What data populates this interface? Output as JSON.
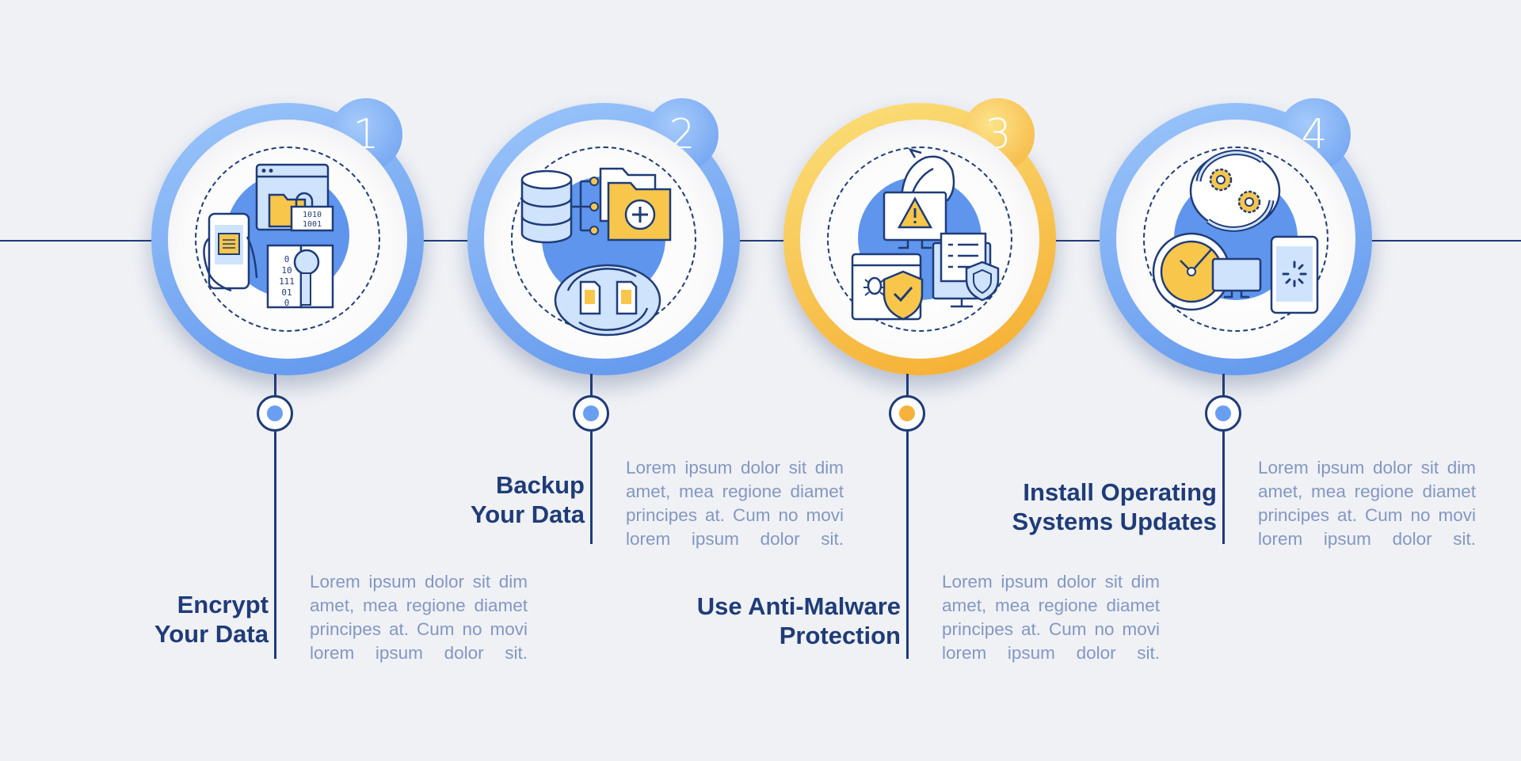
{
  "steps": [
    {
      "number": "1",
      "title_line1": "Encrypt",
      "title_line2": "Your Data",
      "description": "Lorem ipsum dolor sit dim amet, mea regione diamet principes at. Cum no movi lorem ipsum dolor sit.",
      "icon": "encryption-icon",
      "accent": "#6a9ef0"
    },
    {
      "number": "2",
      "title_line1": "Backup",
      "title_line2": "Your Data",
      "description": "Lorem ipsum dolor sit dim amet, mea regione diamet principes at. Cum no movi lorem ipsum dolor sit.",
      "icon": "backup-icon",
      "accent": "#6a9ef0"
    },
    {
      "number": "3",
      "title_line1": "Use Anti-Malware",
      "title_line2": "Protection",
      "description": "Lorem ipsum dolor sit dim amet, mea regione diamet principes at. Cum no movi lorem ipsum dolor sit.",
      "icon": "anti-malware-icon",
      "accent": "#f6b23a"
    },
    {
      "number": "4",
      "title_line1": "Install Operating",
      "title_line2": "Systems Updates",
      "description": "Lorem ipsum dolor sit dim amet, mea regione diamet principes at. Cum no movi lorem ipsum dolor sit.",
      "icon": "system-update-icon",
      "accent": "#6a9ef0"
    }
  ],
  "colors": {
    "navy": "#1f3c78",
    "blue": "#6a9ef0",
    "yellow": "#f6b23a",
    "text_muted": "#8497c2",
    "background": "#eff1f5"
  }
}
